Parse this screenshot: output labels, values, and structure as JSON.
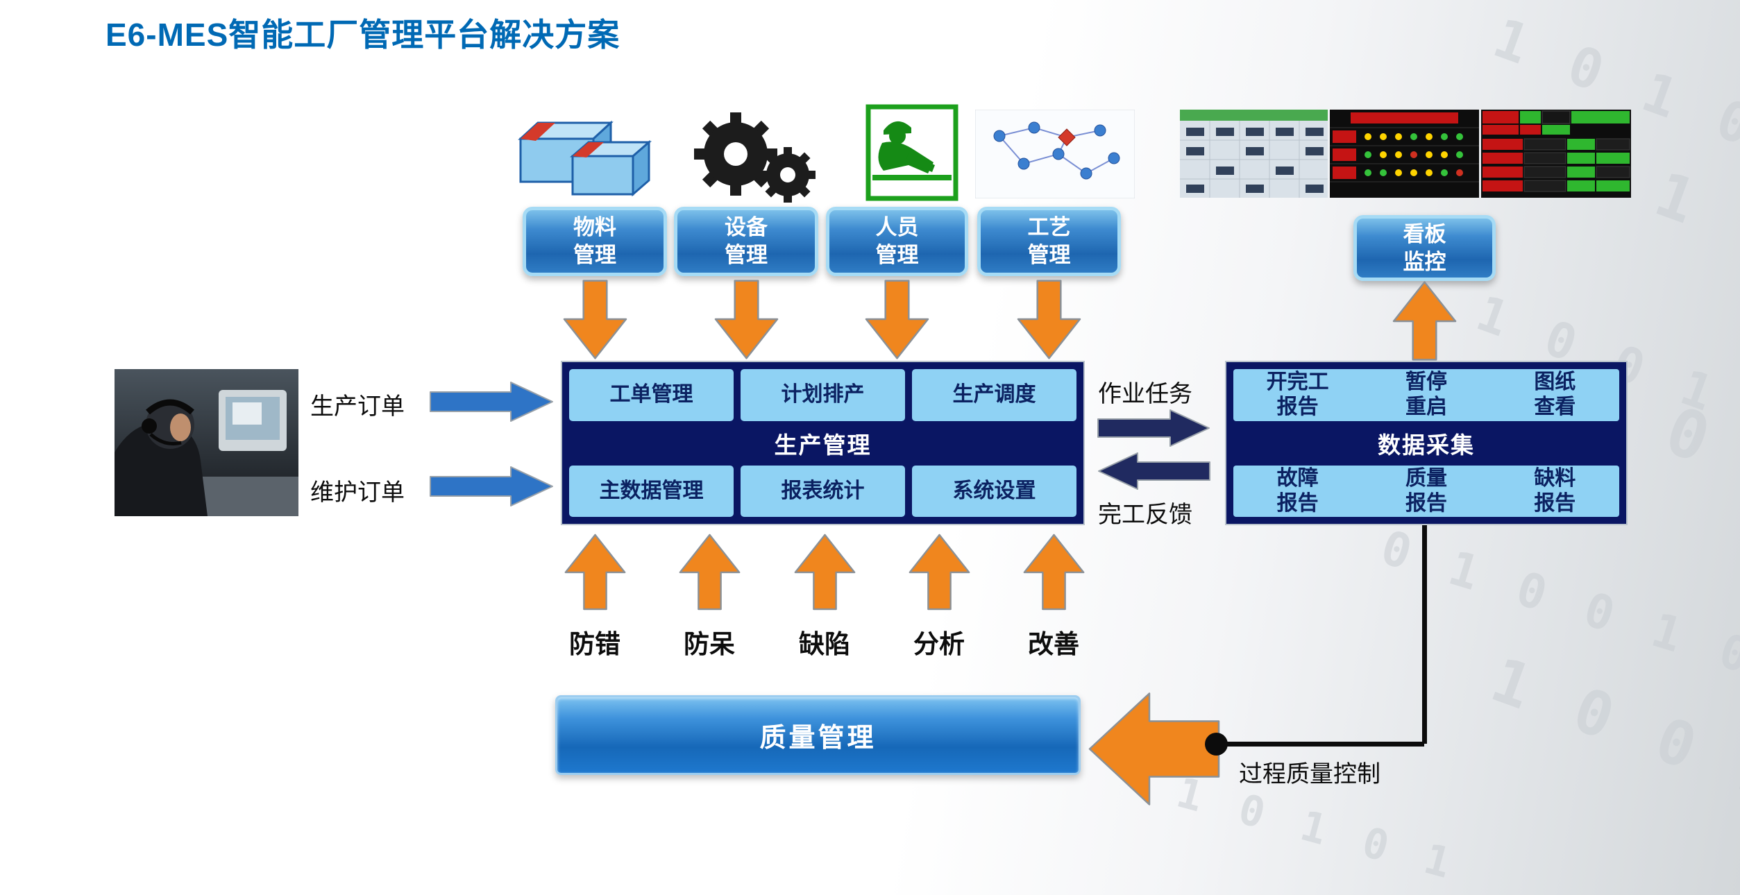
{
  "title": "E6-MES智能工厂管理平台解决方案",
  "colors": {
    "title_blue": "#0069B4",
    "button_blue_dark": "#1E66B0",
    "button_border_light": "#A6DBF5",
    "block_navy": "#0A1663",
    "cell_light_blue": "#8FD2F4",
    "cell_text_navy": "#0B2161",
    "arrow_orange": "#F0861E",
    "arrow_blue": "#2E74C6",
    "arrow_navy": "#202A60",
    "quality_bar_blue": "#1668B8"
  },
  "module_buttons": [
    {
      "label": "物料\n管理"
    },
    {
      "label": "设备\n管理"
    },
    {
      "label": "人员\n管理"
    },
    {
      "label": "工艺\n管理"
    }
  ],
  "kanban_button": {
    "label": "看板\n监控"
  },
  "order_inputs": [
    {
      "label": "生产订单"
    },
    {
      "label": "维护订单"
    }
  ],
  "production_block": {
    "band": "生产管理",
    "top_cells": [
      {
        "label": "工单管理"
      },
      {
        "label": "计划排产"
      },
      {
        "label": "生产调度"
      }
    ],
    "bottom_cells": [
      {
        "label": "主数据管理"
      },
      {
        "label": "报表统计"
      },
      {
        "label": "系统设置"
      }
    ]
  },
  "exchange": {
    "request_label": "作业任务",
    "feedback_label": "完工反馈"
  },
  "data_block": {
    "band": "数据采集",
    "top_cells": [
      {
        "label": "开完工\n报告"
      },
      {
        "label": "暂停\n重启"
      },
      {
        "label": "图纸\n查看"
      }
    ],
    "bottom_cells": [
      {
        "label": "故障\n报告"
      },
      {
        "label": "质量\n报告"
      },
      {
        "label": "缺料\n报告"
      }
    ]
  },
  "improvement_labels": [
    {
      "label": "防错"
    },
    {
      "label": "防呆"
    },
    {
      "label": "缺陷"
    },
    {
      "label": "分析"
    },
    {
      "label": "改善"
    }
  ],
  "quality_bar": {
    "label": "质量管理"
  },
  "process_quality_label": "过程质量控制",
  "background": {
    "binary_a": "1 0 1 0 1",
    "binary_b": "0 1 0 0 1 0",
    "binary_c": "1 0 0 1"
  }
}
